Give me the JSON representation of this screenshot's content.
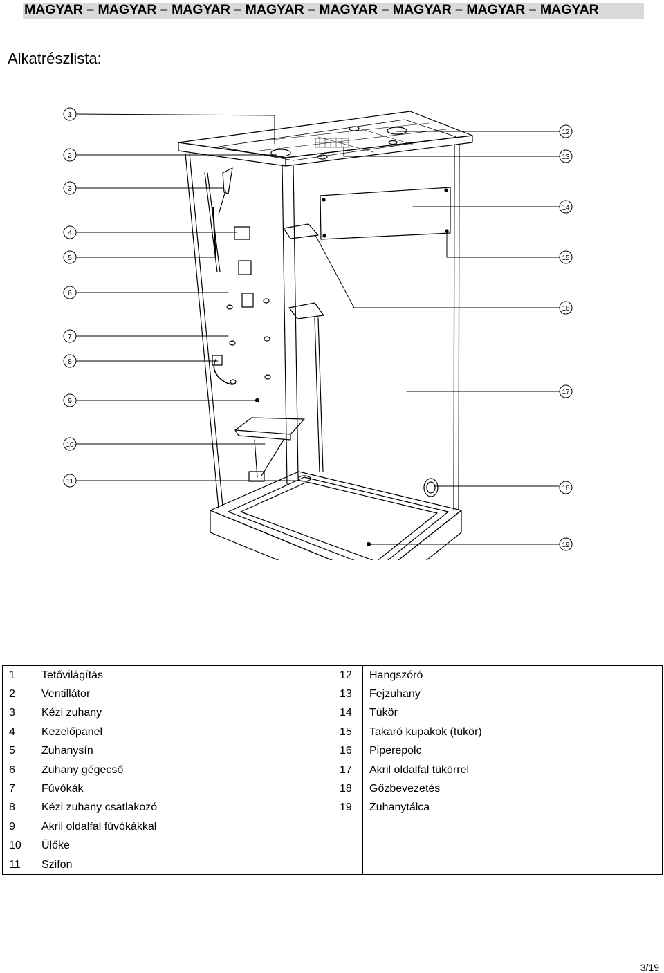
{
  "header": {
    "text": "MAGYAR – MAGYAR – MAGYAR – MAGYAR – MAGYAR – MAGYAR – MAGYAR – MAGYAR"
  },
  "title": "Alkatrészlista:",
  "callouts": [
    "1",
    "2",
    "3",
    "4",
    "5",
    "6",
    "7",
    "8",
    "9",
    "10",
    "11",
    "12",
    "13",
    "14",
    "15",
    "16",
    "17",
    "18",
    "19"
  ],
  "parts_left": [
    {
      "num": "1",
      "name": "Tetővilágítás"
    },
    {
      "num": "2",
      "name": "Ventillátor"
    },
    {
      "num": "3",
      "name": "Kézi zuhany"
    },
    {
      "num": "4",
      "name": "Kezelőpanel"
    },
    {
      "num": "5",
      "name": "Zuhanysín"
    },
    {
      "num": "6",
      "name": "Zuhany gégecső"
    },
    {
      "num": "7",
      "name": "Fúvókák"
    },
    {
      "num": "8",
      "name": "Kézi zuhany csatlakozó"
    },
    {
      "num": "9",
      "name": "Akril oldalfal fúvókákkal"
    },
    {
      "num": "10",
      "name": "Ülőke"
    },
    {
      "num": "11",
      "name": "Szifon"
    }
  ],
  "parts_right": [
    {
      "num": "12",
      "name": "Hangszóró"
    },
    {
      "num": "13",
      "name": "Fejzuhany"
    },
    {
      "num": "14",
      "name": "Tükör"
    },
    {
      "num": "15",
      "name": "Takaró kupakok (tükör)"
    },
    {
      "num": "16",
      "name": "Piperepolc"
    },
    {
      "num": "17",
      "name": "Akril oldalfal tükörrel"
    },
    {
      "num": "18",
      "name": "Gőzbevezetés"
    },
    {
      "num": "19",
      "name": "Zuhanytálca"
    }
  ],
  "page_number": "3/19"
}
